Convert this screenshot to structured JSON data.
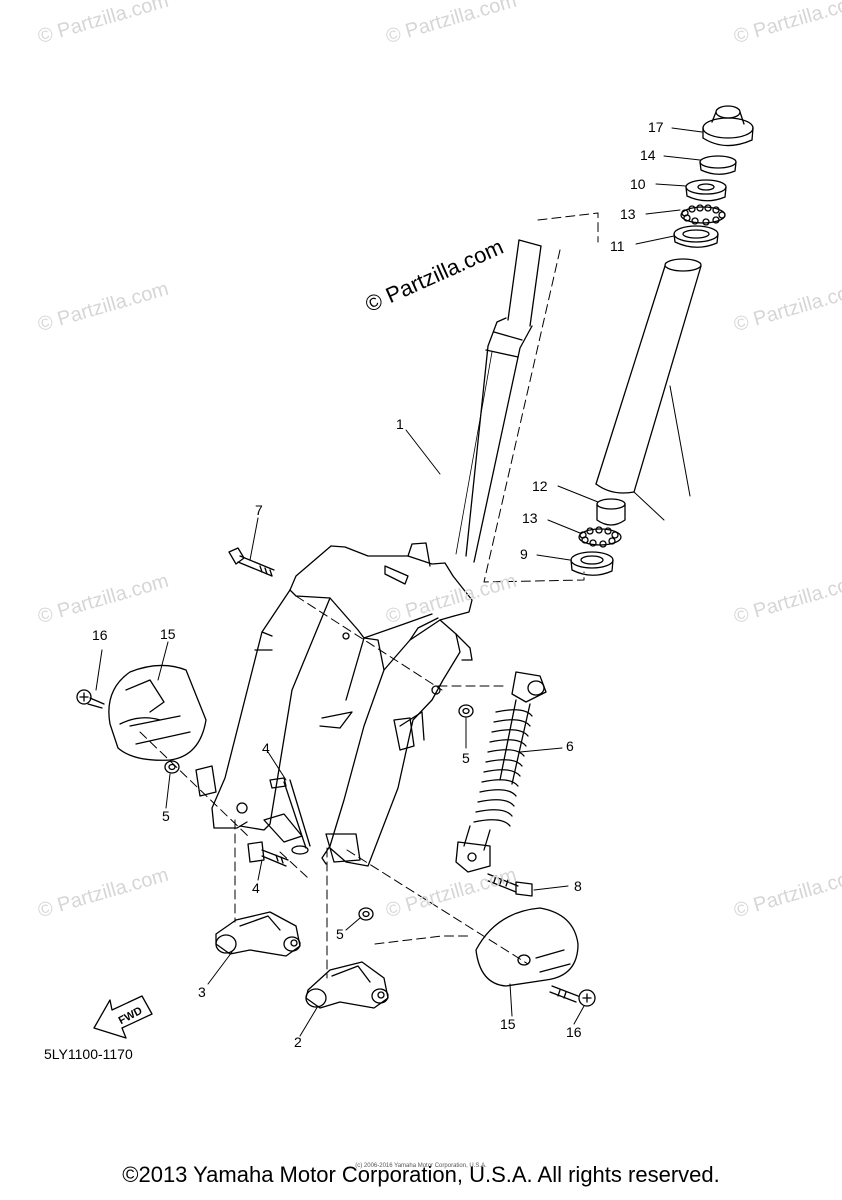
{
  "watermark_text": "© Partzilla.com",
  "center_watermark": "© Partzilla.com",
  "callouts": {
    "c17": "17",
    "c14": "14",
    "c10": "10",
    "c13a": "13",
    "c11": "11",
    "c1": "1",
    "c12": "12",
    "c13b": "13",
    "c9": "9",
    "c7": "7",
    "c16a": "16",
    "c15a": "15",
    "c5a": "5",
    "c6": "6",
    "c4a": "4",
    "c5b": "5",
    "c4b": "4",
    "c8": "8",
    "c5c": "5",
    "c3": "3",
    "c2": "2",
    "c15b": "15",
    "c16b": "16"
  },
  "fwd_label": "FWD",
  "diagram_code": "5LY1100-1170",
  "tiny_copyright": "(c) 2006-2016 Yamaha Motor Corporation, U.S.A.",
  "copyright": "©2013 Yamaha Motor Corporation, U.S.A. All rights reserved."
}
